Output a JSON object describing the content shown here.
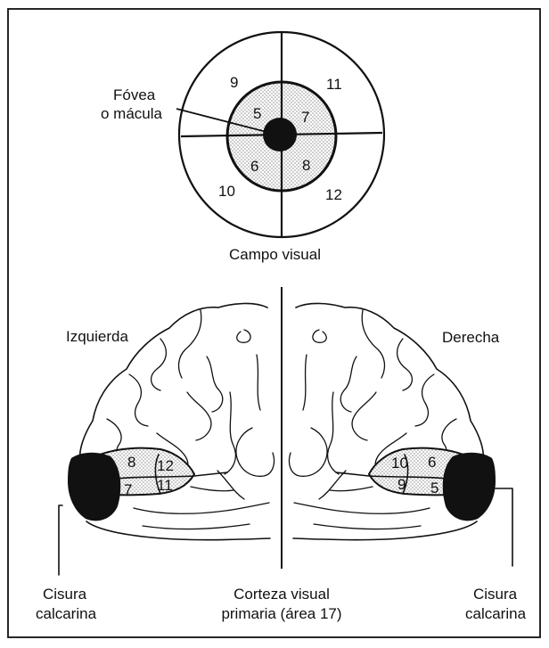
{
  "visual_field": {
    "quadrant_numbers": [
      "9",
      "11",
      "10",
      "12"
    ],
    "macular_numbers": [
      "5",
      "7",
      "6",
      "8"
    ],
    "fovea_label_line1": "Fóvea",
    "fovea_label_line2": "o mácula",
    "caption": "Campo visual"
  },
  "brain": {
    "left_label": "Izquierda",
    "right_label": "Derecha",
    "left_region_numbers": [
      "8",
      "12",
      "7",
      "11"
    ],
    "right_region_numbers": [
      "10",
      "6",
      "9",
      "5"
    ],
    "calcarine_left_line1": "Cisura",
    "calcarine_left_line2": "calcarina",
    "calcarine_right_line1": "Cisura",
    "calcarine_right_line2": "calcarina",
    "cortex_line1": "Corteza visual",
    "cortex_line2": "primaria (área 17)"
  },
  "colors": {
    "ink": "#111111",
    "stipple": "#c8c8c8",
    "background": "#ffffff"
  }
}
